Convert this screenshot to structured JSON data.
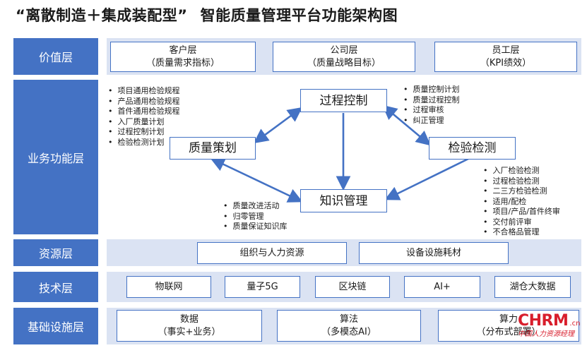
{
  "title": {
    "part1": "“离散制造＋集成装配型”",
    "part2": "智能质量管理平台功能架构图"
  },
  "layers": {
    "value": "价值层",
    "business": "业务功能层",
    "resource": "资源层",
    "tech": "技术层",
    "infra": "基础设施层"
  },
  "value_boxes": [
    {
      "line1": "客户层",
      "line2": "（质量需求指标）"
    },
    {
      "line1": "公司层",
      "line2": "（质量战略目标）"
    },
    {
      "line1": "员工层",
      "line2": "（KPI绩效）"
    }
  ],
  "business": {
    "center_top": "过程控制",
    "left": "质量策划",
    "right": "检验检测",
    "bottom": "知识管理",
    "left_list": [
      "项目通用检验规程",
      "产品通用检验规程",
      "首件通用检验规程",
      "入厂质量计划",
      "过程控制计划",
      "检验检测计划"
    ],
    "top_right_list": [
      "质量控制计划",
      "质量过程控制",
      "过程审核",
      "纠正管理"
    ],
    "bottom_left_list": [
      "质量改进活动",
      "归零管理",
      "质量保证知识库"
    ],
    "right_list": [
      "入厂检验检测",
      "过程检验检测",
      "二三方检验检测",
      "适用/配检",
      "项目/产品/首件终审",
      "交付前评审",
      "不合格品管理"
    ]
  },
  "resource_boxes": [
    "组织与人力资源",
    "设备设施耗材"
  ],
  "tech_boxes": [
    "物联网",
    "量子5G",
    "区块链",
    "AI+",
    "湖仓大数据"
  ],
  "infra_boxes": [
    {
      "line1": "数据",
      "line2": "（事实+业务）"
    },
    {
      "line1": "算法",
      "line2": "（多模态AI）"
    },
    {
      "line1": "算力",
      "line2": "（分布式部署）"
    }
  ],
  "watermark": {
    "logo": "CHRM",
    "cn": ".cn",
    "slogan": "中国人力资源经理"
  },
  "colors": {
    "accent": "#4472c4",
    "panel": "#dbe3f3",
    "watermark": "#d81e2c"
  }
}
